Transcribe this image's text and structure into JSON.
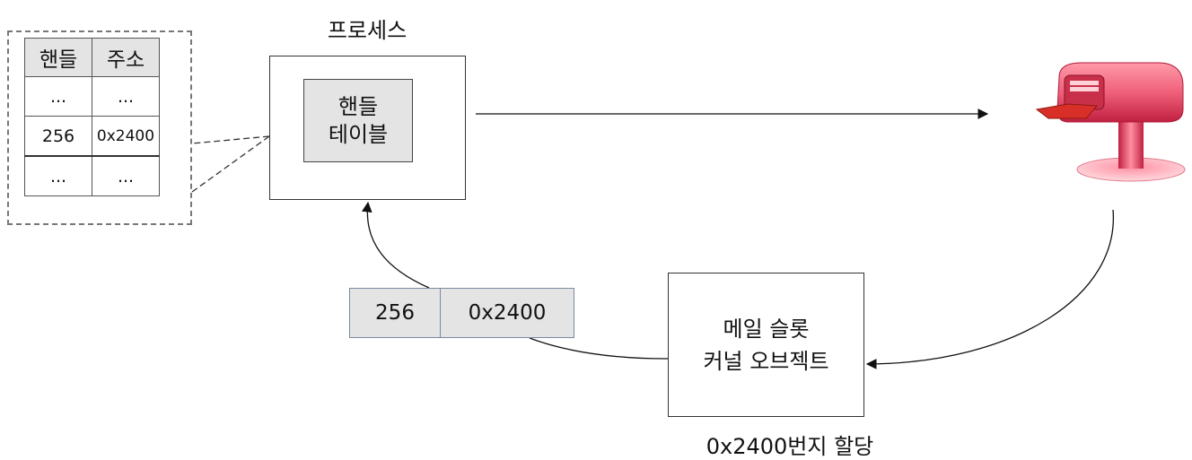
{
  "handle_table_detail": {
    "headers": [
      "핸들",
      "주소"
    ],
    "rows": [
      [
        "...",
        "..."
      ],
      [
        "256",
        "0x2400"
      ],
      [
        "...",
        "..."
      ]
    ]
  },
  "process": {
    "title": "프로세스",
    "inner_box": {
      "line1": "핸들",
      "line2": "테이블"
    }
  },
  "handle_pair": {
    "handle": "256",
    "address": "0x2400"
  },
  "mailslot_object": {
    "line1": "메일 슬롯",
    "line2": "커널 오브젝트"
  },
  "allocation_caption": "0x2400번지 할당",
  "icons": {
    "mailbox": "mailbox-icon"
  },
  "colors": {
    "mailbox": "#f0607a",
    "mailbox_dark": "#c02040",
    "box_fill": "#e4e4e4"
  }
}
